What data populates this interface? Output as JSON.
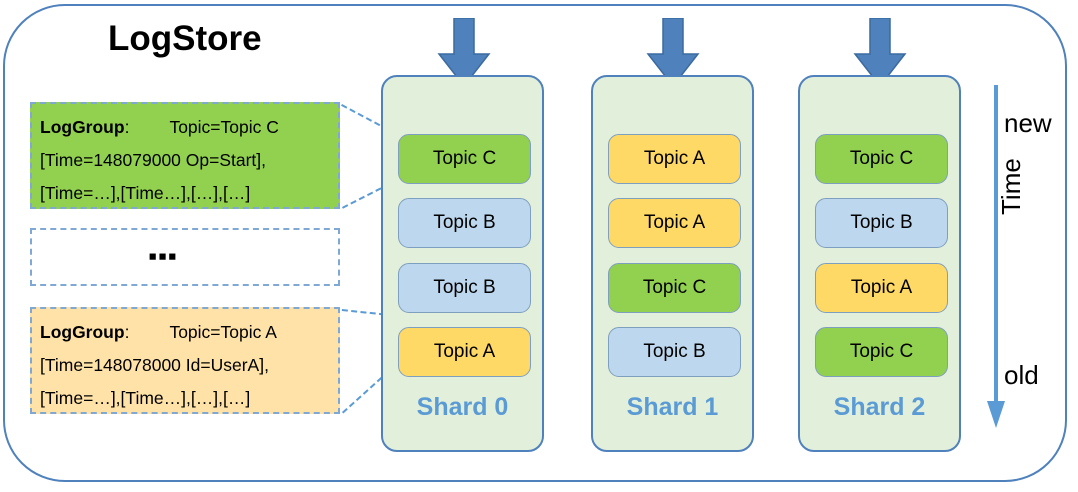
{
  "title": "LogStore",
  "colors": {
    "frame_border": "#4F81BD",
    "topic_a": "#FFD966",
    "topic_b": "#BDD7EE",
    "topic_c": "#92D050",
    "shard_panel": "#E2EFDA",
    "shard_label": "#5B9BD5",
    "arrow": "#4F81BD",
    "loggroup_green": "#92D050",
    "loggroup_orange": "#FFE2A8",
    "connector": "#5B9BD5"
  },
  "loggroups": [
    {
      "id": "loggroup-green",
      "key_label": "LogGroup",
      "colon": ":",
      "topic_field": "Topic=Topic C",
      "line2": "[Time=148079000 Op=Start],",
      "line3": "[Time=…],[Time…],[…],[…]",
      "color": "#92D050"
    },
    {
      "id": "loggroup-orange",
      "key_label": "LogGroup",
      "colon": ":",
      "topic_field": "Topic=Topic A",
      "line2": "[Time=148078000 Id=UserA],",
      "line3": "[Time=…],[Time…],[…],[…]",
      "color": "#FFE2A8"
    }
  ],
  "ellipsis_box": {
    "text": "▪▪▪"
  },
  "shards": [
    {
      "label": "Shard 0",
      "topics": [
        {
          "name": "Topic C",
          "type": "c"
        },
        {
          "name": "Topic B",
          "type": "b"
        },
        {
          "name": "Topic B",
          "type": "b"
        },
        {
          "name": "Topic A",
          "type": "a"
        }
      ]
    },
    {
      "label": "Shard 1",
      "topics": [
        {
          "name": "Topic A",
          "type": "a"
        },
        {
          "name": "Topic A",
          "type": "a"
        },
        {
          "name": "Topic C",
          "type": "c"
        },
        {
          "name": "Topic B",
          "type": "b"
        }
      ]
    },
    {
      "label": "Shard 2",
      "topics": [
        {
          "name": "Topic C",
          "type": "c"
        },
        {
          "name": "Topic B",
          "type": "b"
        },
        {
          "name": "Topic A",
          "type": "a"
        },
        {
          "name": "Topic C",
          "type": "c"
        }
      ]
    }
  ],
  "time_axis": {
    "top_label": "new",
    "axis_label": "Time",
    "bottom_label": "old",
    "direction": "down"
  }
}
